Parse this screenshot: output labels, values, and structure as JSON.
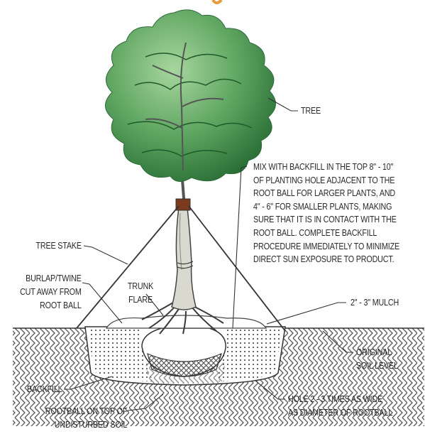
{
  "labels": {
    "tree": "TREE",
    "mix_note": [
      "MIX WITH BACKFILL IN THE TOP 8\" - 10\"",
      "OF PLANTING HOLE ADJACENT TO THE",
      "ROOT BALL FOR LARGER PLANTS, AND",
      "4\" - 6\" FOR SMALLER PLANTS, MAKING",
      "SURE THAT IT IS IN CONTACT WITH THE",
      "ROOT BALL. COMPLETE BACKFILL",
      "PROCEDURE IMMEDIATELY TO MINIMIZE",
      "DIRECT SUN EXPOSURE TO PRODUCT."
    ],
    "tree_stake": "TREE STAKE",
    "burlap": [
      "BURLAP/TWINE",
      "CUT AWAY FROM",
      "ROOT BALL"
    ],
    "trunk_flare": [
      "TRUNK",
      "FLARE"
    ],
    "mulch": "2\" - 3\" MULCH",
    "original_soil": [
      "ORIGINAL",
      "SOIL LEVEL"
    ],
    "backfill": "BACKFILL",
    "rootball": [
      "ROOTBALL ON TOP OF",
      "UNDISTURBED SOIL"
    ],
    "hole": [
      "HOLE 2 - 3 TIMES AS WIDE",
      "AS DIAMETER OF ROOTBALL"
    ]
  },
  "colors": {
    "foliage_dark": "#2f7a3c",
    "foliage_light": "#7fbf7a",
    "trunk": "#8a8a7c",
    "soil_hatch": "#4a4a4a",
    "strap": "#7a3a1e",
    "title_accent": "#e89a3c"
  }
}
